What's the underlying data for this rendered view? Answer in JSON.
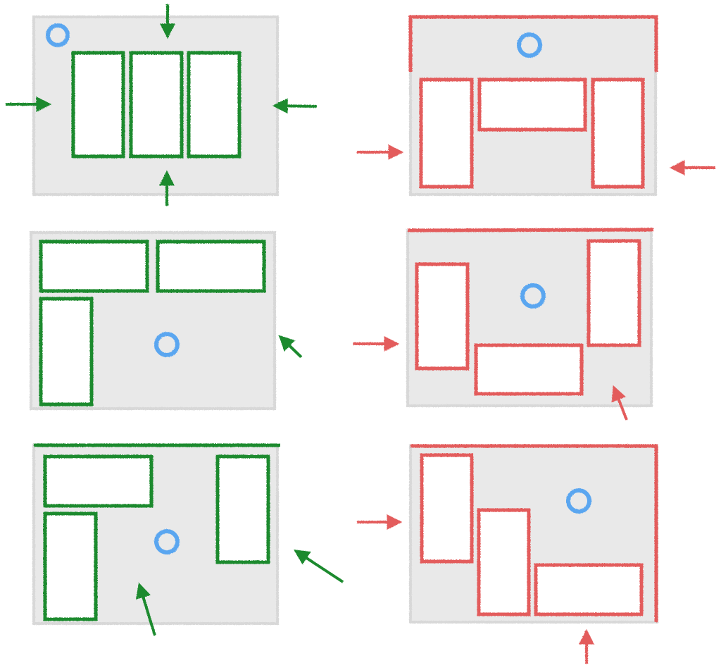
{
  "colors": {
    "background": "#ffffff",
    "panel_fill": "#e9e9e9",
    "panel_edge": "#d8d8d8",
    "good": "#1a8a2e",
    "bad": "#e35b5b",
    "marker": "#5aa6f0",
    "box_fill": "#ffffff"
  },
  "legend": [
    {
      "meaning": "good-arrangement",
      "color_key": "good"
    },
    {
      "meaning": "bad-arrangement",
      "color_key": "bad"
    }
  ],
  "icons": {
    "marker": "circle-marker-icon",
    "arrow": "arrow-icon"
  },
  "panels": [
    {
      "id": "top-left",
      "status": "good"
    },
    {
      "id": "top-right",
      "status": "bad"
    },
    {
      "id": "middle-left",
      "status": "good"
    },
    {
      "id": "middle-right",
      "status": "bad"
    },
    {
      "id": "bottom-left",
      "status": "good"
    },
    {
      "id": "bottom-right",
      "status": "bad"
    }
  ]
}
